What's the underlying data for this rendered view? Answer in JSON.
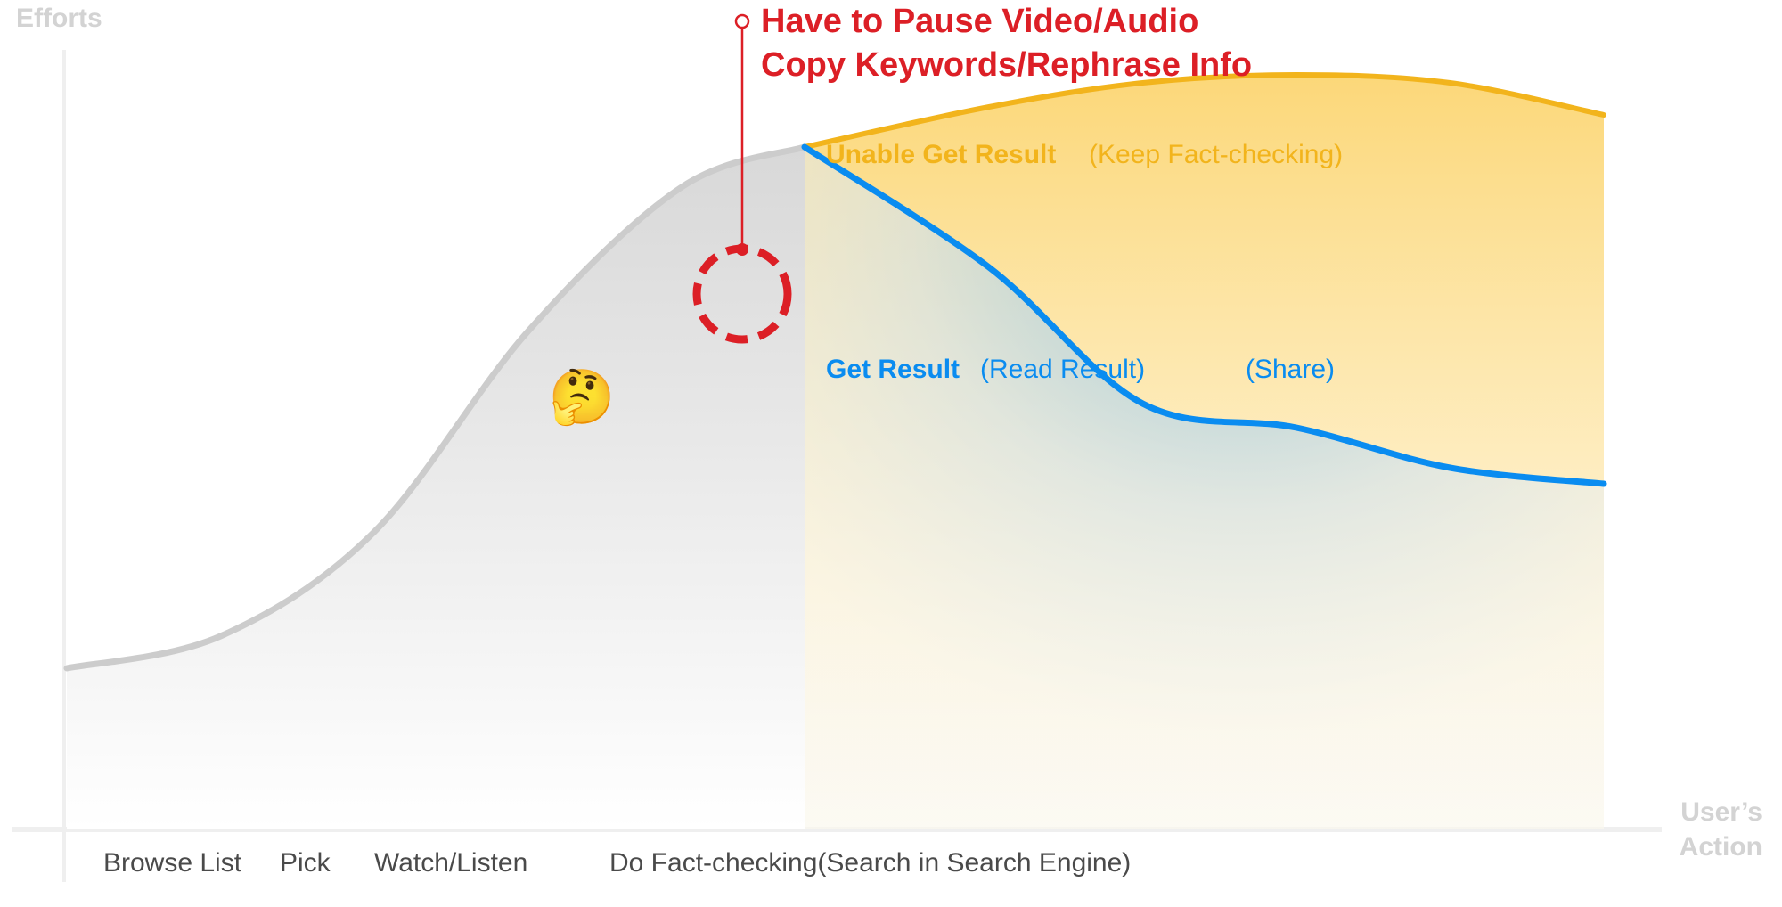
{
  "colors": {
    "grey": "#cccccc",
    "blue": "#0a8cf0",
    "yellow": "#f2b41c",
    "red": "#dc1f26",
    "axis": "#efefef",
    "axis_label": "#d3d3d3",
    "tick_label": "#4a4a4a"
  },
  "icons": {
    "emoji": "🤔",
    "emoji_name": "thinking-face-icon"
  },
  "chart_data": {
    "type": "area",
    "title": "",
    "ylabel": "Efforts",
    "xlabel_line1": "User’s",
    "xlabel_line2": "Action",
    "categories": [
      "Browse List",
      "Pick",
      "Watch/Listen",
      "Do Fact-checking(Search in Search Engine)"
    ],
    "x_range": [
      0,
      10
    ],
    "y_range": [
      0,
      10
    ],
    "grid": false,
    "series": [
      {
        "key": "common",
        "x": [
          0,
          1,
          2,
          3,
          4,
          4.8
        ],
        "y": [
          2.0,
          2.4,
          3.7,
          6.2,
          8.0,
          8.5
        ]
      },
      {
        "key": "unable",
        "x": [
          4.8,
          6,
          7,
          8,
          9,
          10
        ],
        "y": [
          8.5,
          9.0,
          9.3,
          9.4,
          9.3,
          8.9
        ]
      },
      {
        "key": "get",
        "x": [
          4.8,
          6,
          7,
          8,
          9,
          10
        ],
        "y": [
          8.5,
          7.0,
          5.3,
          5.0,
          4.5,
          4.3
        ]
      }
    ],
    "annotations": {
      "pause_line1": "Have to Pause Video/Audio",
      "pause_line2": "Copy Keywords/Rephrase Info",
      "unable_bold": "Unable Get Result",
      "unable_note": "(Keep Fact-checking)",
      "get_bold": "Get Result",
      "get_note1": "(Read Result)",
      "get_note2": "(Share)"
    }
  }
}
